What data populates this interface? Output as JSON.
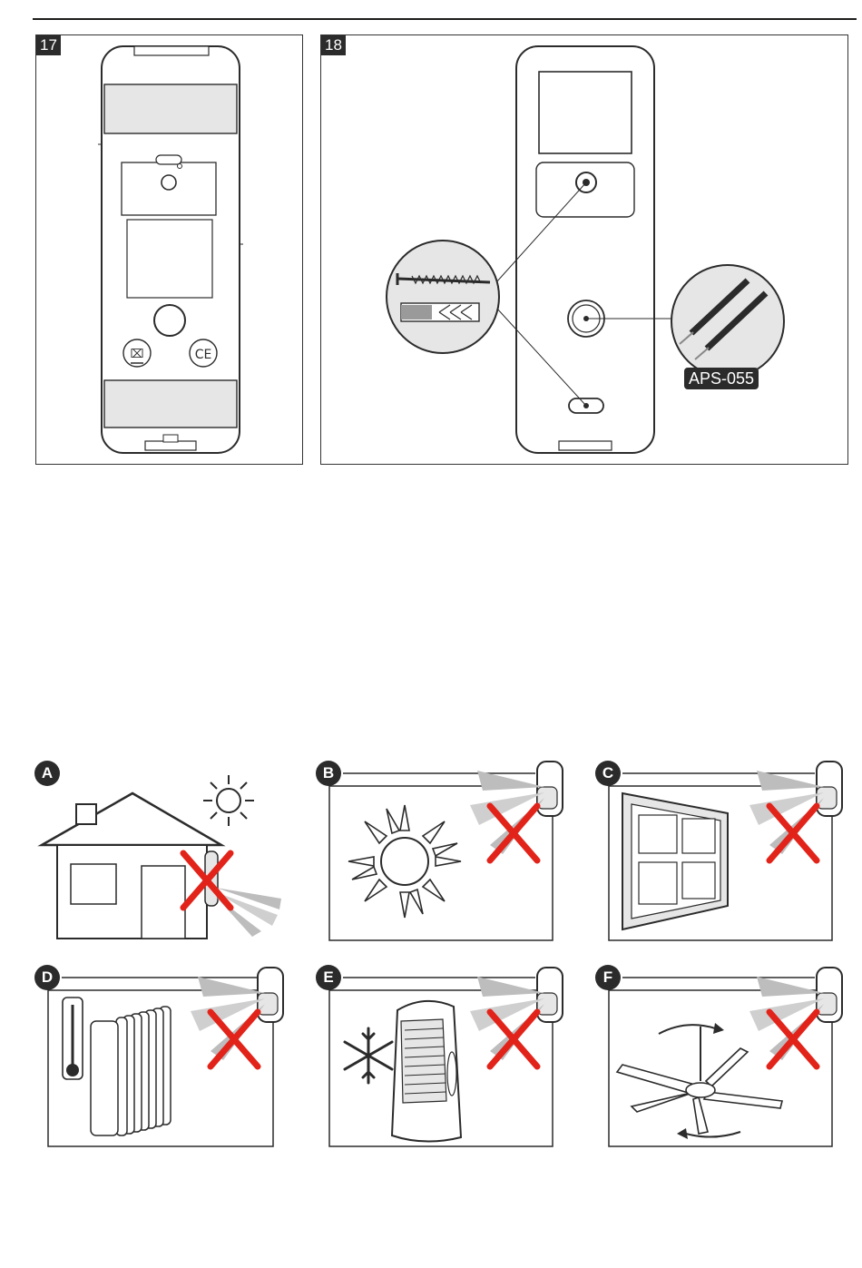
{
  "figures": {
    "fig17": {
      "number": "17"
    },
    "fig18": {
      "number": "18",
      "cable_label": "APS-055"
    }
  },
  "scenes": [
    {
      "letter": "A",
      "icon": "house-sun-icon"
    },
    {
      "letter": "B",
      "icon": "sun-icon"
    },
    {
      "letter": "C",
      "icon": "window-icon"
    },
    {
      "letter": "D",
      "icon": "radiator-icon"
    },
    {
      "letter": "E",
      "icon": "air-conditioner-icon"
    },
    {
      "letter": "F",
      "icon": "ceiling-fan-icon"
    }
  ],
  "colors": {
    "cross": "#e2231a",
    "line": "#2b2b2b",
    "beam": "#b8b8b8",
    "fill": "#e6e6e6"
  }
}
